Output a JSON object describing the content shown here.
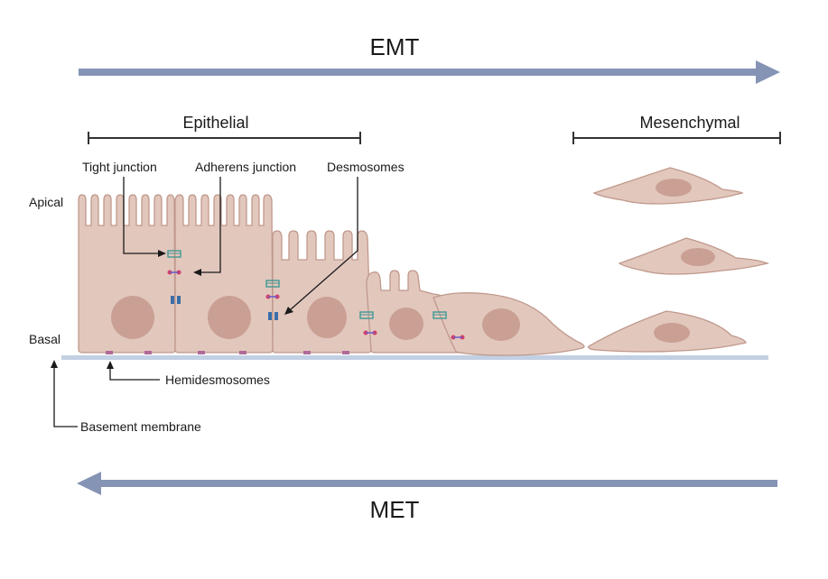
{
  "title_top": "EMT",
  "title_bottom": "MET",
  "group_epithelial": "Epithelial",
  "group_mesenchymal": "Mesenchymal",
  "labels": {
    "tight_junction": "Tight junction",
    "adherens_junction": "Adherens junction",
    "desmosomes": "Desmosomes",
    "hemidesmosomes": "Hemidesmosomes",
    "basement_membrane": "Basement membrane",
    "apical": "Apical",
    "basal": "Basal"
  },
  "colors": {
    "arrow": "#8593b5",
    "cell_fill": "#e2c7bd",
    "cell_stroke": "#c0998c",
    "nucleus": "#c9a093",
    "membrane": "#c2d0e3",
    "tight_junction": "#3f9a95",
    "adherens_junction": "#d1416a",
    "desmosome": "#3a6ea8"
  }
}
